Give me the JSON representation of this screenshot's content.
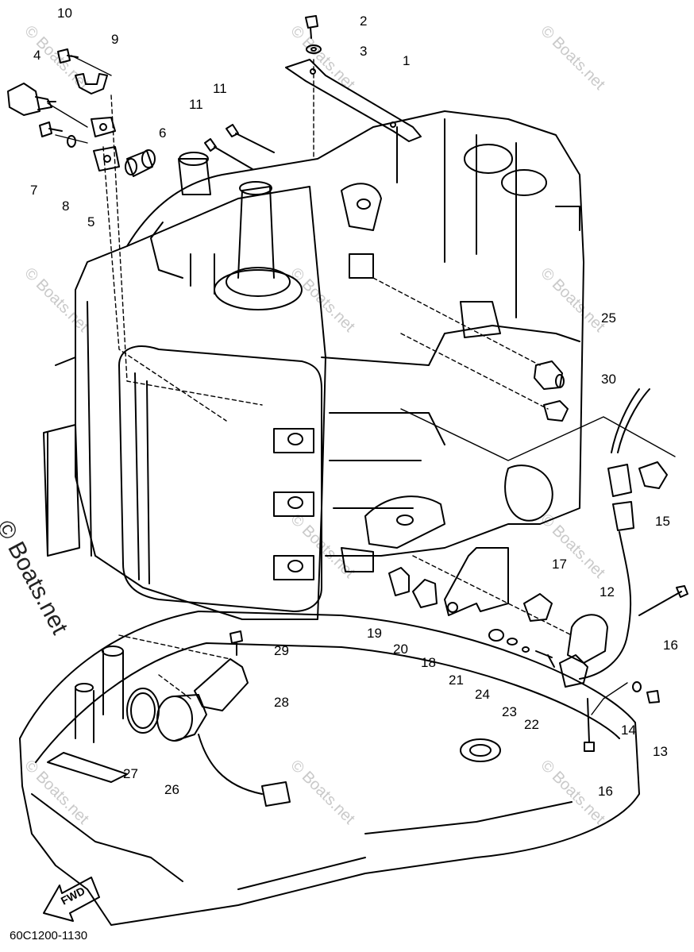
{
  "diagram": {
    "code": "60C1200-1130",
    "fwd_label": "FWD",
    "watermark_main": "© Boats.net",
    "watermark_small": "© Boats.net"
  },
  "callouts": [
    {
      "id": "c1",
      "text": "1"
    },
    {
      "id": "c2",
      "text": "2"
    },
    {
      "id": "c3",
      "text": "3"
    },
    {
      "id": "c4",
      "text": "4"
    },
    {
      "id": "c5",
      "text": "5"
    },
    {
      "id": "c6",
      "text": "6"
    },
    {
      "id": "c7",
      "text": "7"
    },
    {
      "id": "c8",
      "text": "8"
    },
    {
      "id": "c9",
      "text": "9"
    },
    {
      "id": "c10",
      "text": "10"
    },
    {
      "id": "c11a",
      "text": "11"
    },
    {
      "id": "c11b",
      "text": "11"
    },
    {
      "id": "c12",
      "text": "12"
    },
    {
      "id": "c13",
      "text": "13"
    },
    {
      "id": "c14",
      "text": "14"
    },
    {
      "id": "c15",
      "text": "15"
    },
    {
      "id": "c16a",
      "text": "16"
    },
    {
      "id": "c16b",
      "text": "16"
    },
    {
      "id": "c17",
      "text": "17"
    },
    {
      "id": "c18",
      "text": "18"
    },
    {
      "id": "c19",
      "text": "19"
    },
    {
      "id": "c20",
      "text": "20"
    },
    {
      "id": "c21",
      "text": "21"
    },
    {
      "id": "c22",
      "text": "22"
    },
    {
      "id": "c23",
      "text": "23"
    },
    {
      "id": "c24",
      "text": "24"
    },
    {
      "id": "c25",
      "text": "25"
    },
    {
      "id": "c26",
      "text": "26"
    },
    {
      "id": "c27",
      "text": "27"
    },
    {
      "id": "c28",
      "text": "28"
    },
    {
      "id": "c29",
      "text": "29"
    },
    {
      "id": "c30",
      "text": "30"
    }
  ]
}
